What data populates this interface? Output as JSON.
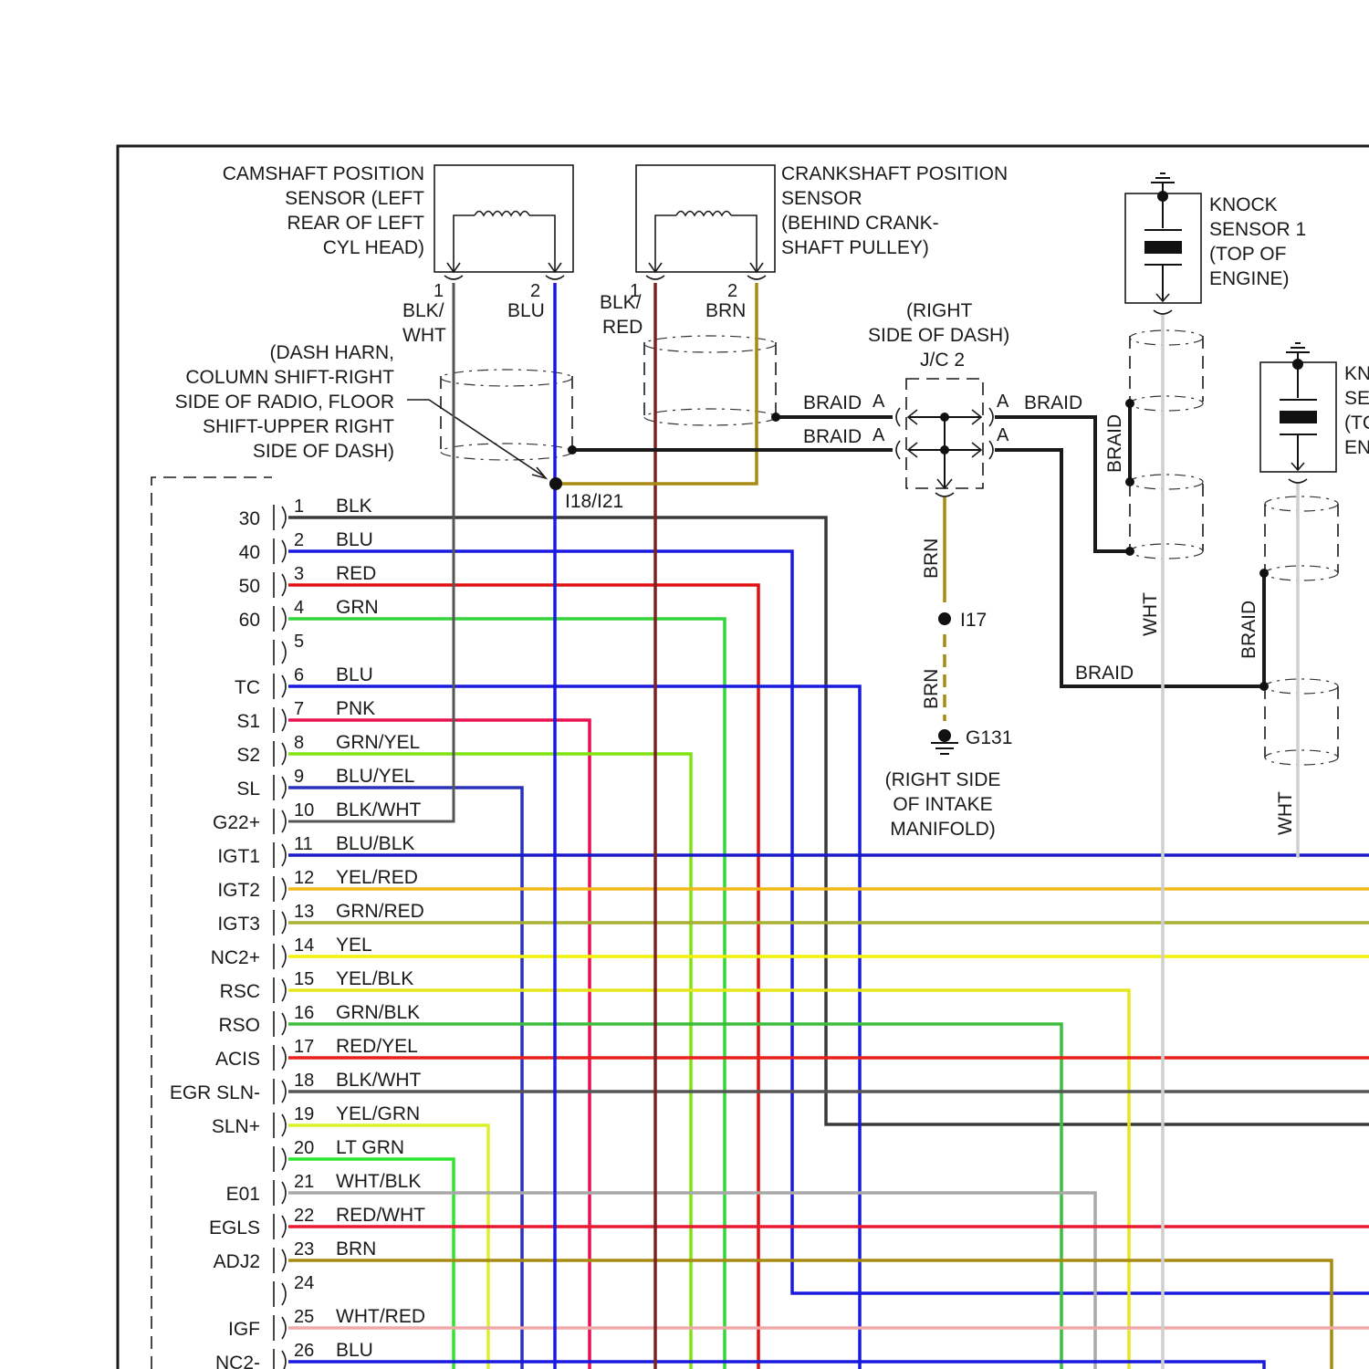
{
  "components": {
    "cam_sensor": {
      "label_lines": [
        "CAMSHAFT POSITION",
        "SENSOR (LEFT",
        "REAR OF LEFT",
        "CYL HEAD)"
      ]
    },
    "crank_sensor": {
      "label_lines": [
        "CRANKSHAFT POSITION",
        "SENSOR",
        "(BEHIND CRANK-",
        "SHAFT PULLEY)"
      ]
    },
    "knock_sensor_1": {
      "label_lines": [
        "KNOCK",
        "SENSOR 1",
        "(TOP OF",
        "ENGINE)"
      ]
    },
    "knock_sensor_2": {
      "label_lines": [
        "KN",
        "SE",
        "(TC",
        "EN"
      ]
    },
    "dash_harness": {
      "label_lines": [
        "(DASH HARN,",
        "COLUMN SHIFT-RIGHT",
        "SIDE OF RADIO, FLOOR",
        "SHIFT-UPPER RIGHT",
        "SIDE OF DASH)"
      ]
    },
    "jc2": {
      "label_lines": [
        "(RIGHT",
        "SIDE OF DASH)",
        "J/C 2"
      ]
    },
    "g131_location": {
      "label_lines": [
        "(RIGHT SIDE",
        "OF INTAKE",
        "MANIFOLD)"
      ]
    }
  },
  "pin_labels": {
    "cam_pin1": "1",
    "cam_pin2": "2",
    "crank_pin1": "1",
    "crank_pin2": "2",
    "cam_wire1_a": "BLK/",
    "cam_wire1_b": "WHT",
    "cam_wire2": "BLU",
    "crank_wire1_a": "BLK/",
    "crank_wire1_b": "RED",
    "crank_wire2": "BRN"
  },
  "splices": {
    "i18_i21": "I18/I21",
    "i17": "I17",
    "g131": "G131"
  },
  "braid_labels": {
    "braid_top_left": "BRAID",
    "braid_top_left_letter": "A",
    "braid_mid_left": "BRAID",
    "braid_mid_left_letter": "A",
    "braid_top_right_letter": "A",
    "braid_top_right": "BRAID",
    "braid_mid_right_letter": "A",
    "braid_ks1_vertical": "BRAID",
    "braid_ks2_vertical": "BRAID",
    "braid_bottom": "BRAID",
    "brn_upper": "BRN",
    "brn_lower": "BRN",
    "wht_ks1": "WHT",
    "wht_ks2": "WHT"
  },
  "connector_pins": [
    {
      "num": "1",
      "ecm": "30",
      "color_name": "BLK",
      "color": "#3a3a3a"
    },
    {
      "num": "2",
      "ecm": "40",
      "color_name": "BLU",
      "color": "#1a1adf"
    },
    {
      "num": "3",
      "ecm": "50",
      "color_name": "RED",
      "color": "#e01010"
    },
    {
      "num": "4",
      "ecm": "60",
      "color_name": "GRN",
      "color": "#33d63a"
    },
    {
      "num": "5",
      "ecm": "",
      "color_name": "",
      "color": ""
    },
    {
      "num": "6",
      "ecm": "TC",
      "color_name": "BLU",
      "color": "#1a1adf"
    },
    {
      "num": "7",
      "ecm": "S1",
      "color_name": "PNK",
      "color": "#e8104e"
    },
    {
      "num": "8",
      "ecm": "S2",
      "color_name": "GRN/YEL",
      "color": "#7ee30e"
    },
    {
      "num": "9",
      "ecm": "SL",
      "color_name": "BLU/YEL",
      "color": "#2a32b8"
    },
    {
      "num": "10",
      "ecm": "G22+",
      "color_name": "BLK/WHT",
      "color": "#555555"
    },
    {
      "num": "11",
      "ecm": "IGT1",
      "color_name": "BLU/BLK",
      "color": "#1a1ac8"
    },
    {
      "num": "12",
      "ecm": "IGT2",
      "color_name": "YEL/RED",
      "color": "#f0b818"
    },
    {
      "num": "13",
      "ecm": "IGT3",
      "color_name": "GRN/RED",
      "color": "#a8b032"
    },
    {
      "num": "14",
      "ecm": "NC2+",
      "color_name": "YEL",
      "color": "#f2f20a"
    },
    {
      "num": "15",
      "ecm": "RSC",
      "color_name": "YEL/BLK",
      "color": "#e6e61c"
    },
    {
      "num": "16",
      "ecm": "RSO",
      "color_name": "GRN/BLK",
      "color": "#3cbe3c"
    },
    {
      "num": "17",
      "ecm": "ACIS",
      "color_name": "RED/YEL",
      "color": "#e8221a"
    },
    {
      "num": "18",
      "ecm": "EGR SLN-",
      "color_name": "BLK/WHT",
      "color": "#555555"
    },
    {
      "num": "19",
      "ecm": "SLN+",
      "color_name": "YEL/GRN",
      "color": "#dcf028"
    },
    {
      "num": "20",
      "ecm": "",
      "color_name": "LT GRN",
      "color": "#2ce62c"
    },
    {
      "num": "21",
      "ecm": "E01",
      "color_name": "WHT/BLK",
      "color": "#a8a8a8"
    },
    {
      "num": "22",
      "ecm": "EGLS",
      "color_name": "RED/WHT",
      "color": "#e81a32"
    },
    {
      "num": "23",
      "ecm": "ADJ2",
      "color_name": "BRN",
      "color": "#a88a10"
    },
    {
      "num": "24",
      "ecm": "",
      "color_name": "",
      "color": ""
    },
    {
      "num": "25",
      "ecm": "IGF",
      "color_name": "WHT/RED",
      "color": "#f0a8a8"
    },
    {
      "num": "26",
      "ecm": "NC2-",
      "color_name": "BLU",
      "color": "#1a1adf"
    }
  ],
  "colors": {
    "blk_wht": "#555555",
    "blu": "#1a1adf",
    "blk_red": "#7a2222",
    "brn": "#a88a10",
    "wht": "#cfcfcf",
    "red": "#e01010",
    "grn": "#33d63a"
  }
}
